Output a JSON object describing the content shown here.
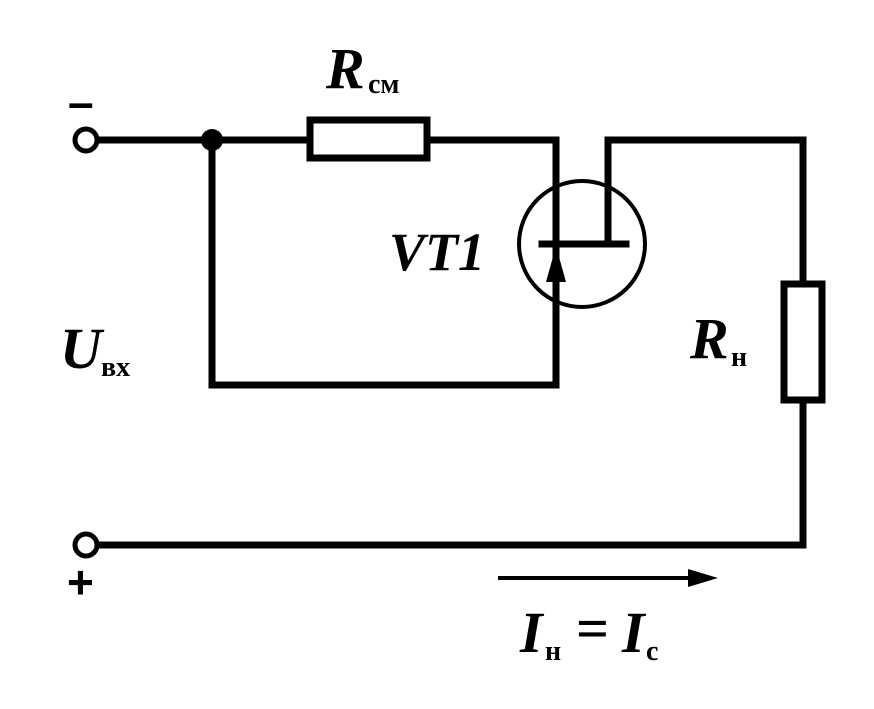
{
  "labels": {
    "r_bias": {
      "main": "R",
      "sub": "см"
    },
    "transistor": "VT1",
    "r_load": {
      "main": "R",
      "sub": "н"
    },
    "u_in": {
      "main": "U",
      "sub": "вх"
    },
    "current": {
      "i1": "I",
      "s1": "н",
      "eq": "=",
      "i2": "I",
      "s2": "с"
    },
    "minus": "–",
    "plus": "+"
  }
}
